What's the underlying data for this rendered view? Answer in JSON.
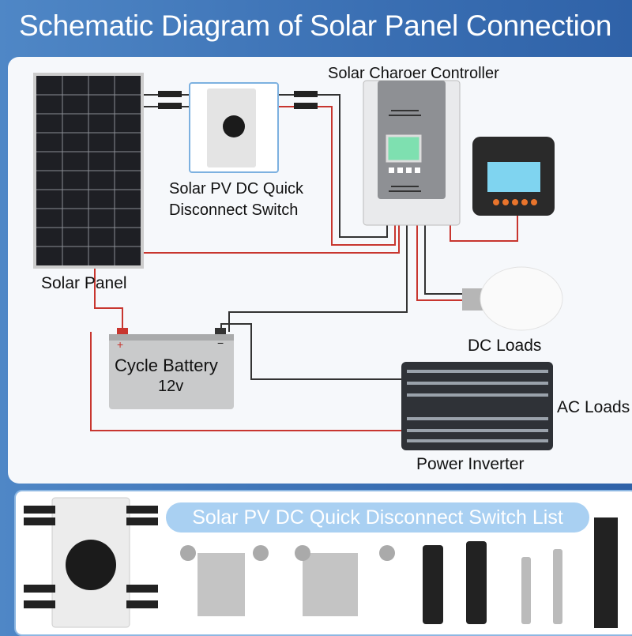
{
  "title": "Schematic Diagram of Solar Panel Connection",
  "labels": {
    "solar_panel": "Solar Panel",
    "switch_line1": "Solar PV DC Quick",
    "switch_line2": "Disconnect Switch",
    "controller": "Solar Charoer Controller",
    "dc_loads": "DC Loads",
    "ac_loads": "AC Loads",
    "inverter": "Power Inverter",
    "battery_line1": "Cycle Battery",
    "battery_line2": "12v",
    "battery_plus": "+",
    "battery_minus": "−"
  },
  "list_title": "Solar PV DC Quick Disconnect Switch List",
  "colors": {
    "header_blue": "#3a6fb3",
    "wire_red": "#c8362f",
    "wire_dark": "#333333",
    "pill": "#a9d0f2"
  }
}
